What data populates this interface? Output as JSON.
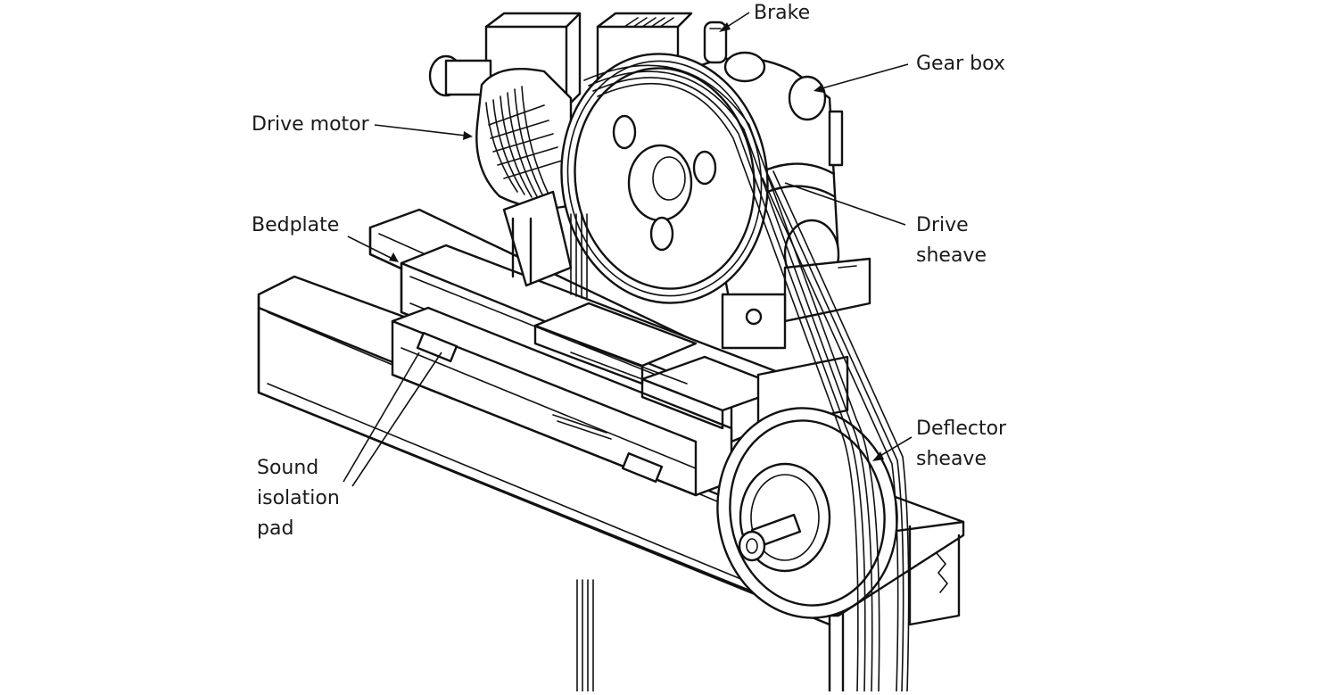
{
  "diagram": {
    "labels": {
      "brake": "Brake",
      "gear_box": "Gear box",
      "drive_motor": "Drive motor",
      "bedplate": "Bedplate",
      "drive_sheave_line1": "Drive",
      "drive_sheave_line2": "sheave",
      "deflector_sheave_line1": "Deflector",
      "deflector_sheave_line2": "sheave",
      "sound_pad_line1": "Sound",
      "sound_pad_line2": "isolation",
      "sound_pad_line3": "pad"
    },
    "colors": {
      "ink": "#111111",
      "background": "#ffffff"
    }
  }
}
